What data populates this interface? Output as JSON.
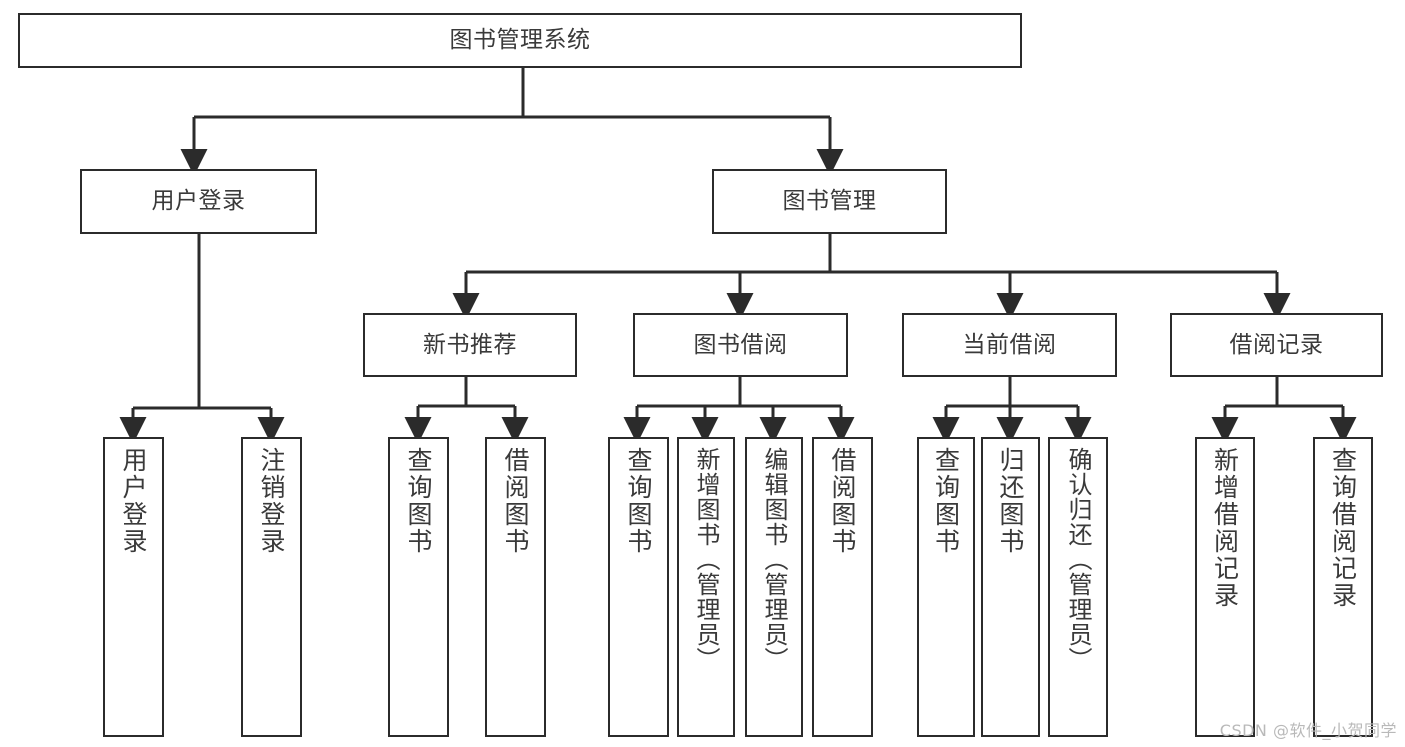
{
  "diagram": {
    "title": "图书管理系统",
    "type": "tree-hierarchy-diagram",
    "watermark": "CSDN @软件_小贺同学",
    "colors": {
      "box_border": "#2b2b2b",
      "box_fill": "#ffffff",
      "line": "#2b2b2b",
      "text": "#3a3a3a",
      "watermark": "#b9b9b9",
      "background": "#ffffff"
    },
    "root": {
      "label": "图书管理系统"
    },
    "level2": [
      {
        "label": "用户登录"
      },
      {
        "label": "图书管理"
      }
    ],
    "level3": [
      {
        "label": "新书推荐"
      },
      {
        "label": "图书借阅"
      },
      {
        "label": "当前借阅"
      },
      {
        "label": "借阅记录"
      }
    ],
    "leaves": {
      "user_login": [
        {
          "label": "用户登录"
        },
        {
          "label": "注销登录"
        }
      ],
      "new_book_recommend": [
        {
          "label": "查询图书"
        },
        {
          "label": "借阅图书"
        }
      ],
      "book_borrow": [
        {
          "label": "查询图书"
        },
        {
          "label": "新增图书（管理员）"
        },
        {
          "label": "编辑图书（管理员）"
        },
        {
          "label": "借阅图书"
        }
      ],
      "current_borrow": [
        {
          "label": "查询图书"
        },
        {
          "label": "归还图书"
        },
        {
          "label": "确认归还（管理员）"
        }
      ],
      "borrow_record": [
        {
          "label": "新增借阅记录"
        },
        {
          "label": "查询借阅记录"
        }
      ]
    }
  }
}
